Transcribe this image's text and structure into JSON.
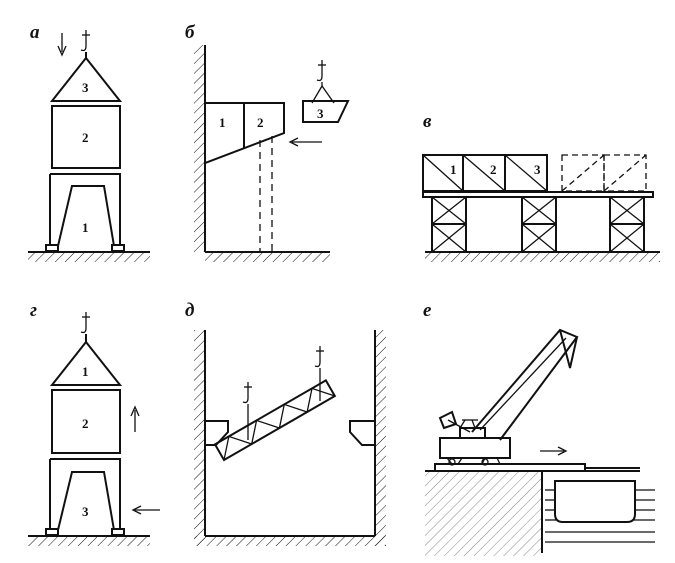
{
  "panels": {
    "a": {
      "label": "а",
      "nums": [
        "3",
        "2",
        "1"
      ]
    },
    "b": {
      "label": "б",
      "nums": [
        "1",
        "2",
        "3"
      ]
    },
    "v": {
      "label": "в",
      "nums": [
        "1",
        "2",
        "3"
      ]
    },
    "g": {
      "label": "г",
      "nums": [
        "1",
        "2",
        "3"
      ]
    },
    "d": {
      "label": "д"
    },
    "e": {
      "label": "е"
    }
  },
  "icons": [
    "crane-hook-icon",
    "arrow-icon"
  ],
  "colors": {
    "ink": "#111111",
    "background": "#ffffff"
  }
}
